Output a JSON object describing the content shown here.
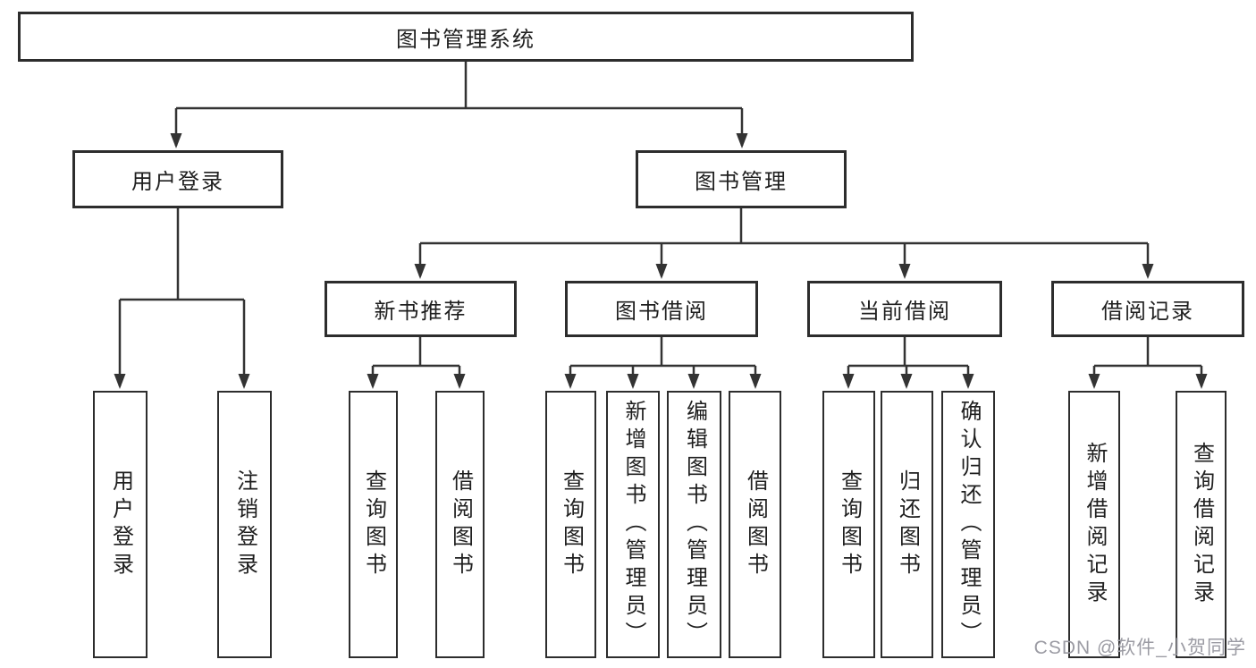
{
  "tree": {
    "label": "图书管理系统",
    "children": [
      {
        "label": "用户登录",
        "children": [
          {
            "label": "用户登录"
          },
          {
            "label": "注销登录"
          }
        ]
      },
      {
        "label": "图书管理",
        "children": [
          {
            "label": "新书推荐",
            "children": [
              {
                "label": "查询图书"
              },
              {
                "label": "借阅图书"
              }
            ]
          },
          {
            "label": "图书借阅",
            "children": [
              {
                "label": "查询图书"
              },
              {
                "label": "新增图书（管理员）"
              },
              {
                "label": "编辑图书（管理员）"
              },
              {
                "label": "借阅图书"
              }
            ]
          },
          {
            "label": "当前借阅",
            "children": [
              {
                "label": "查询图书"
              },
              {
                "label": "归还图书"
              },
              {
                "label": "确认归还（管理员）"
              }
            ]
          },
          {
            "label": "借阅记录",
            "children": [
              {
                "label": "新增借阅记录"
              },
              {
                "label": "查询借阅记录"
              }
            ]
          }
        ]
      }
    ]
  },
  "watermark": "CSDN @软件_小贺同学",
  "colors": {
    "line": "#333333",
    "border": "#2d2d2d",
    "text": "#1f1f1f",
    "watermark": "#9b9ba3",
    "background": "#ffffff"
  }
}
